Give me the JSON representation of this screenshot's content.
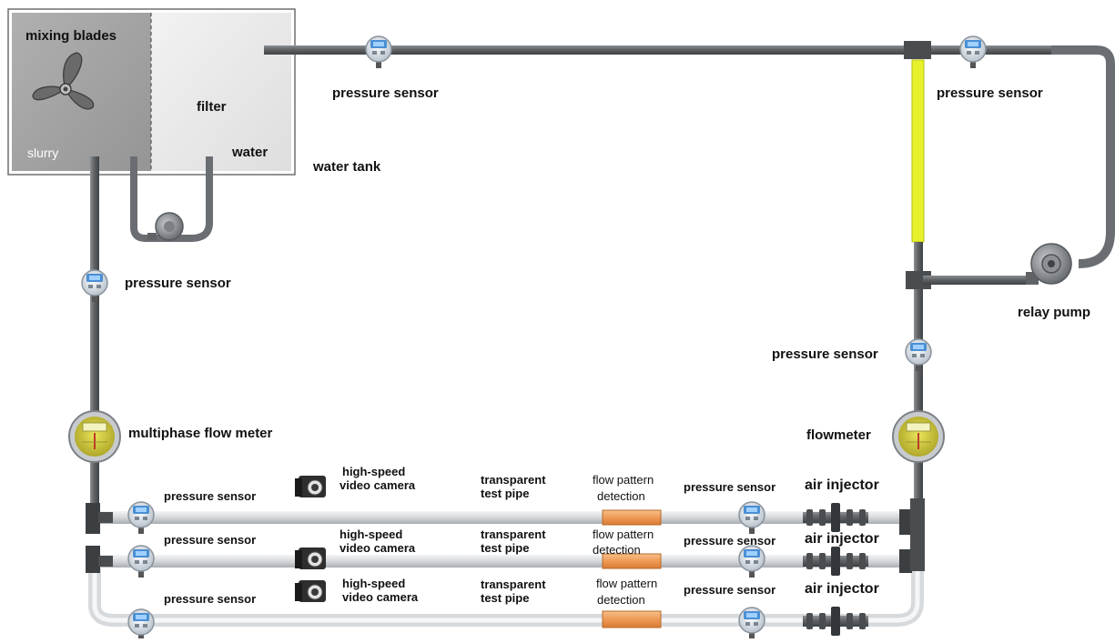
{
  "labels": {
    "mixing_blades": "mixing blades",
    "filter": "filter",
    "slurry": "slurry",
    "water": "water",
    "water_tank": "water tank",
    "pressure_sensor": "pressure sensor",
    "relay_pump": "relay pump",
    "multiphase_flow_meter": "multiphase flow meter",
    "flowmeter": "flowmeter",
    "air_injector": "air injector",
    "camera_line1": "high-speed",
    "camera_line2": "video camera",
    "pipe_line1": "transparent",
    "pipe_line2": "test pipe",
    "detect_line1": "flow pattern",
    "detect_line2": "detection"
  },
  "colors": {
    "pipe_dark": "#5f6366",
    "pipe_light": "#d9dcdf",
    "tank_left": "#a2a2a2",
    "tank_right": "#ececec",
    "yellow_section": "#e8f22a",
    "detection_orange": "#ee9a55",
    "sensor_face": "#4a8fd4",
    "meter_face": "#d6d13a"
  },
  "icons": [
    "propeller-icon",
    "pump-icon",
    "pressure-gauge-icon",
    "flow-meter-icon",
    "camera-icon",
    "air-injector-icon"
  ]
}
